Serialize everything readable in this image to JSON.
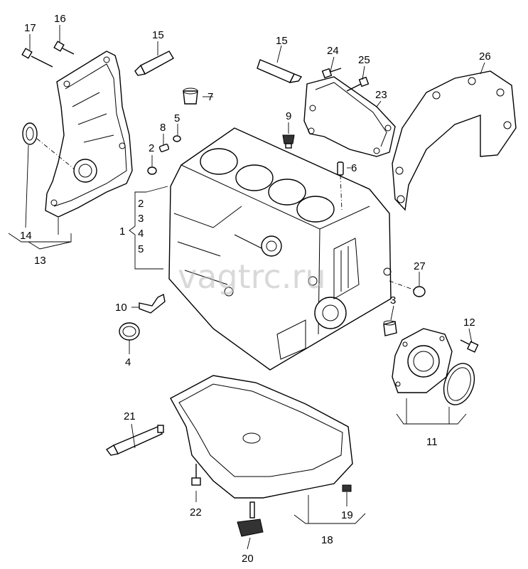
{
  "watermark": "vagtrc.ru",
  "callouts": {
    "c1": "1",
    "c2a": "2",
    "c2b": "2",
    "c3a": "3",
    "c3b": "3",
    "c4a": "4",
    "c4b": "4",
    "c5a": "5",
    "c5b": "5",
    "c6": "6",
    "c7": "7",
    "c8": "8",
    "c9": "9",
    "c10": "10",
    "c11": "11",
    "c12": "12",
    "c13": "13",
    "c14": "14",
    "c15a": "15",
    "c15b": "15",
    "c16": "16",
    "c17": "17",
    "c18": "18",
    "c19": "19",
    "c20": "20",
    "c21": "21",
    "c22": "22",
    "c23": "23",
    "c24": "24",
    "c25": "25",
    "c26": "26",
    "c27": "27"
  }
}
